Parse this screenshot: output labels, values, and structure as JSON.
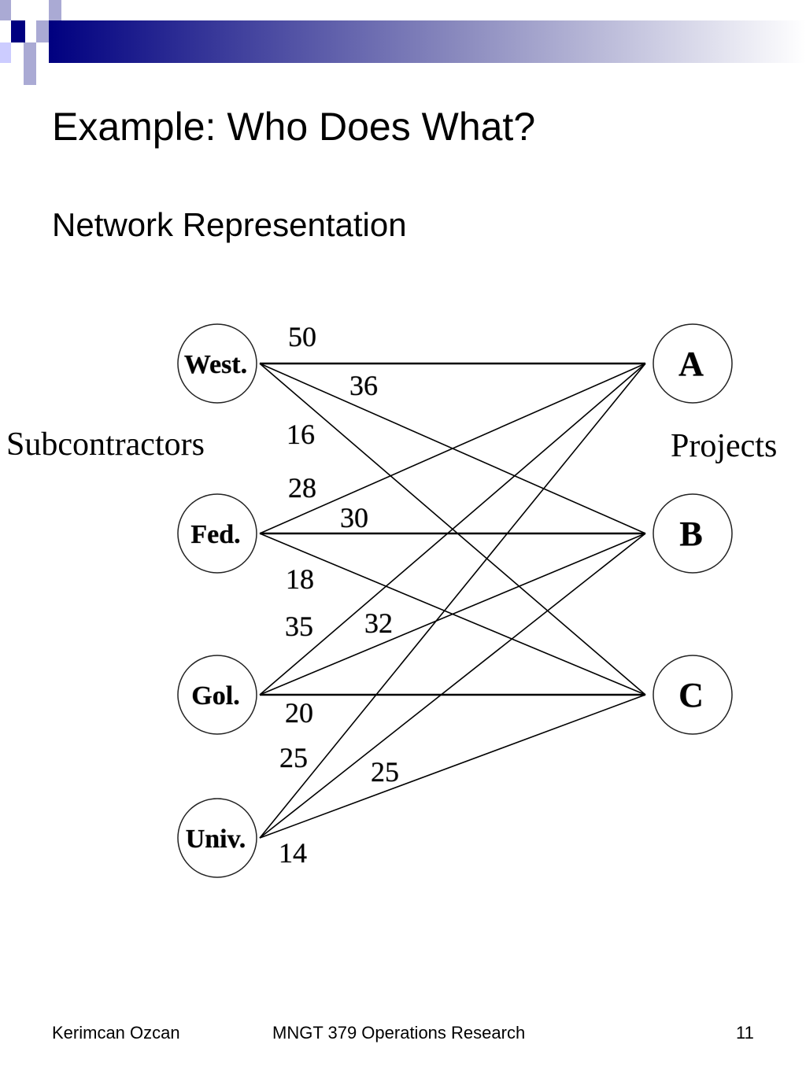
{
  "slide": {
    "title": "Example:  Who Does What?",
    "subtitle": "Network Representation"
  },
  "colors": {
    "header_dark": "#000080",
    "header_light": "#9999cc",
    "edge": "#000000"
  },
  "diagram": {
    "left_group_label": "Subcontractors",
    "right_group_label": "Projects",
    "subcontractors": [
      "West.",
      "Fed.",
      "Gol.",
      "Univ."
    ],
    "projects": [
      "A",
      "B",
      "C"
    ],
    "edges": [
      {
        "from": 0,
        "to": 0,
        "cost": "50"
      },
      {
        "from": 0,
        "to": 1,
        "cost": "36"
      },
      {
        "from": 0,
        "to": 2,
        "cost": "16"
      },
      {
        "from": 1,
        "to": 0,
        "cost": "28"
      },
      {
        "from": 1,
        "to": 1,
        "cost": "30"
      },
      {
        "from": 1,
        "to": 2,
        "cost": "18"
      },
      {
        "from": 2,
        "to": 0,
        "cost": "35"
      },
      {
        "from": 2,
        "to": 1,
        "cost": "32"
      },
      {
        "from": 2,
        "to": 2,
        "cost": "20"
      },
      {
        "from": 3,
        "to": 0,
        "cost": "25"
      },
      {
        "from": 3,
        "to": 1,
        "cost": "25"
      },
      {
        "from": 3,
        "to": 2,
        "cost": "14"
      }
    ]
  },
  "footer": {
    "author": "Kerimcan Ozcan",
    "course": "MNGT 379 Operations Research",
    "page": "11"
  }
}
